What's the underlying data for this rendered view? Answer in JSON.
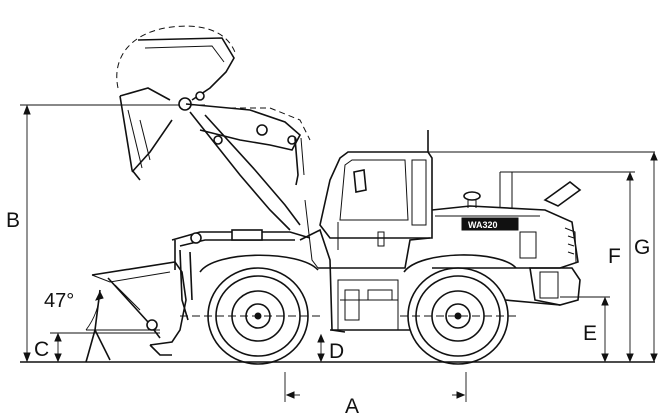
{
  "labels": {
    "A": "A",
    "B": "B",
    "C": "C",
    "D": "D",
    "E": "E",
    "F": "F",
    "G": "G"
  },
  "dump_angle": "47°",
  "model_badge": "WA320"
}
